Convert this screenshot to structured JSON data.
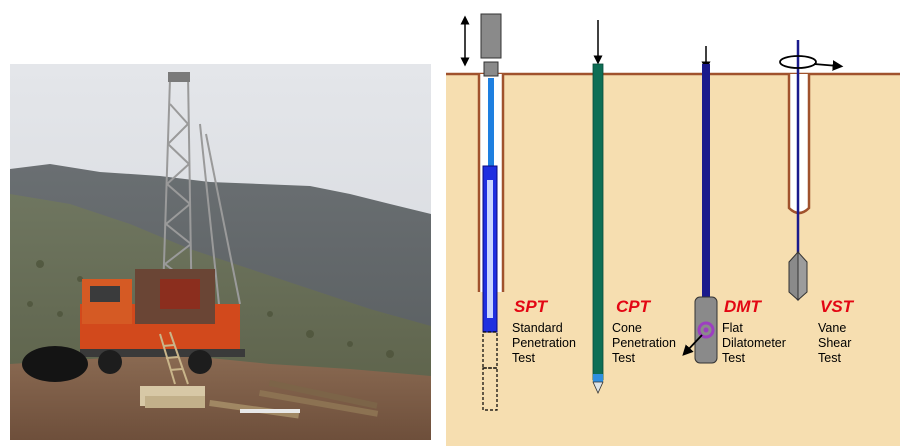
{
  "colors": {
    "soil": "#f6deb0",
    "ground_line": "#a0522d",
    "label_red": "#e30613",
    "text": "#000000",
    "spt_rod": "#1e7fe0",
    "spt_sampler": "#1f2fe0",
    "cpt_rod": "#0e6e55",
    "dmt_rod": "#1a1a8c",
    "dmt_blade": "#8a8a8a",
    "dmt_membrane": "#9d3fc0",
    "hammer": "#8a8a8a"
  },
  "photo": {
    "icon": "drilling-rig-photo"
  },
  "diagram": {
    "tests": [
      {
        "abbr": "SPT",
        "lines": [
          "Standard",
          "Penetration",
          "Test"
        ]
      },
      {
        "abbr": "CPT",
        "lines": [
          "Cone",
          "Penetration",
          "Test"
        ]
      },
      {
        "abbr": "DMT",
        "lines": [
          "Flat",
          "Dilatometer",
          "Test"
        ]
      },
      {
        "abbr": "VST",
        "lines": [
          "Vane",
          "Shear",
          "Test"
        ]
      }
    ]
  }
}
